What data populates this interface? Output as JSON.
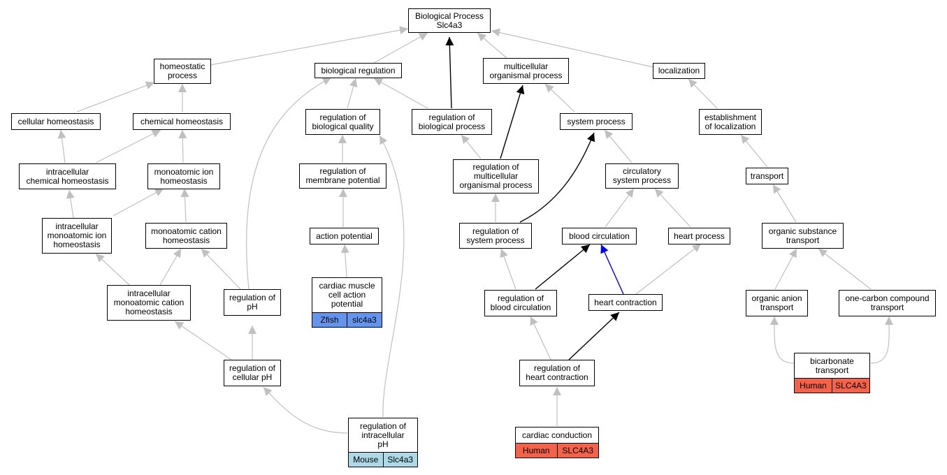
{
  "colors": {
    "edge_default": "#c0c0c0",
    "edge_highlight": "#000000",
    "edge_blue": "#0000ff",
    "human": "#f4624a",
    "mouse": "#add8e6",
    "zfish": "#6495ed"
  },
  "nodes": {
    "bp": "Biological Process\nSlc4a3",
    "homeostatic_process": "homeostatic\nprocess",
    "biological_regulation": "biological regulation",
    "multicellular_organismal_process": "multicellular\norganismal process",
    "localization": "localization",
    "cellular_homeostasis": "cellular homeostasis",
    "chemical_homeostasis": "chemical homeostasis",
    "regulation_of_biological_quality": "regulation of\nbiological quality",
    "regulation_of_biological_process": "regulation of\nbiological process",
    "system_process": "system process",
    "establishment_of_localization": "establishment\nof localization",
    "intracellular_chemical_homeostasis": "intracellular\nchemical homeostasis",
    "monoatomic_ion_homeostasis": "monoatomic ion\nhomeostasis",
    "regulation_of_membrane_potential": "regulation of\nmembrane potential",
    "regulation_of_multicellular_organismal_process": "regulation of\nmulticellular\norganismal process",
    "circulatory_system_process": "circulatory\nsystem process",
    "transport": "transport",
    "intracellular_monoatomic_ion_homeostasis": "intracellular\nmonoatomic ion\nhomeostasis",
    "monoatomic_cation_homeostasis": "monoatomic cation\nhomeostasis",
    "action_potential": "action potential",
    "regulation_of_system_process": "regulation of\nsystem process",
    "blood_circulation": "blood circulation",
    "heart_process": "heart process",
    "organic_substance_transport": "organic substance\ntransport",
    "intracellular_monoatomic_cation_homeostasis": "intracellular\nmonoatomic cation\nhomeostasis",
    "regulation_of_ph": "regulation of\npH",
    "regulation_of_blood_circulation": "regulation of\nblood circulation",
    "heart_contraction": "heart contraction",
    "organic_anion_transport": "organic anion\ntransport",
    "one_carbon_compound_transport": "one-carbon compound\ntransport",
    "regulation_of_cellular_ph": "regulation of\ncellular pH",
    "regulation_of_heart_contraction": "regulation of\nheart contraction"
  },
  "leaves": {
    "cardiac_muscle_cell_action_potential": {
      "label": "cardiac muscle\ncell action\npotential",
      "species": "Zfish",
      "gene": "slc4a3"
    },
    "regulation_of_intracellular_ph": {
      "label": "regulation of\nintracellular\npH",
      "species": "Mouse",
      "gene": "Slc4a3"
    },
    "cardiac_conduction": {
      "label": "cardiac conduction",
      "species": "Human",
      "gene": "SLC4A3"
    },
    "bicarbonate_transport": {
      "label": "bicarbonate\ntransport",
      "species": "Human",
      "gene": "SLC4A3"
    }
  }
}
